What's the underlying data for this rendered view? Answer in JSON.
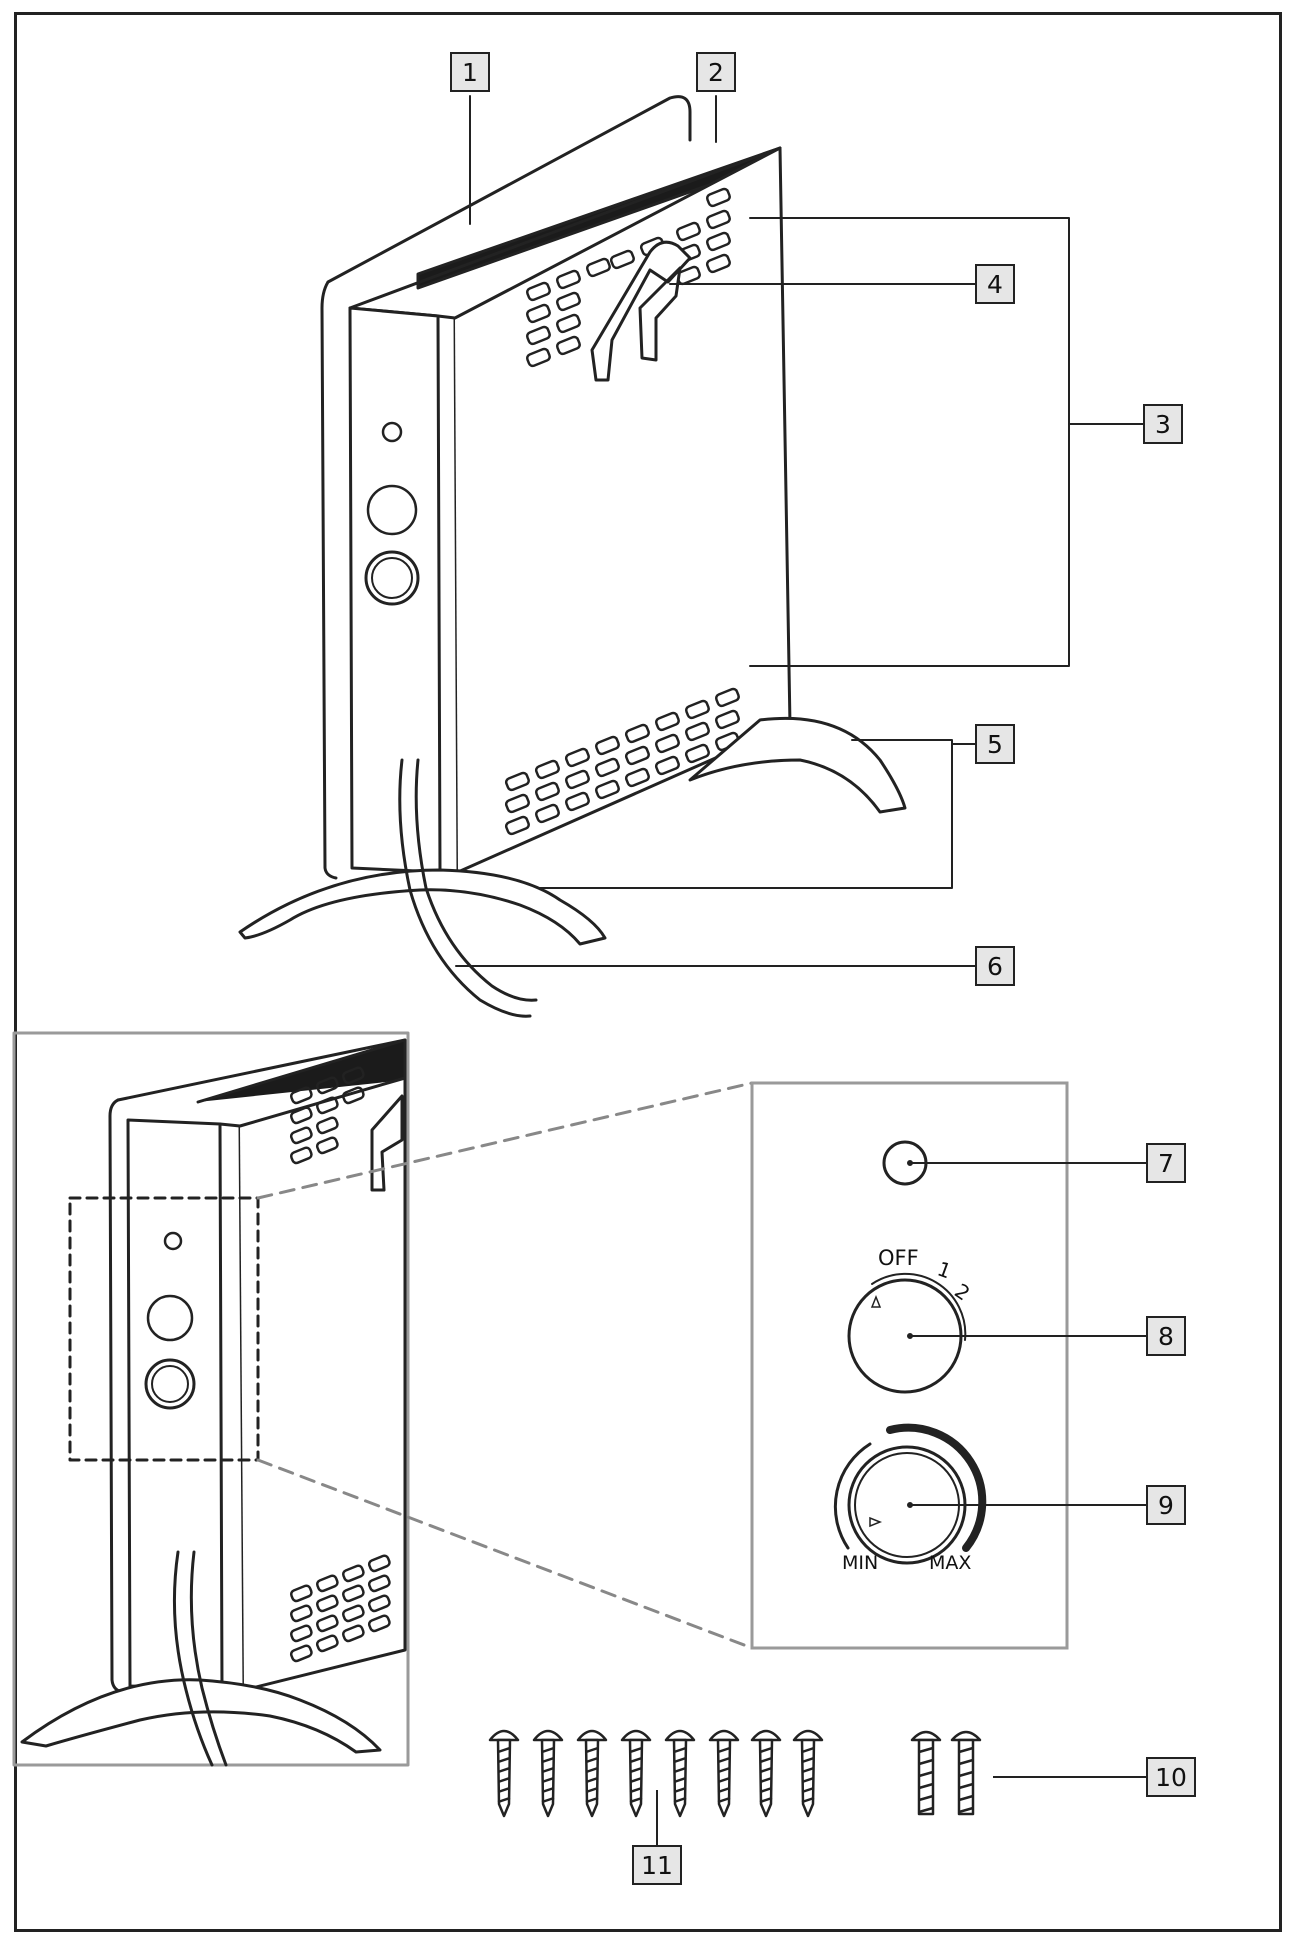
{
  "callouts": {
    "c1": "1",
    "c2": "2",
    "c3": "3",
    "c4": "4",
    "c5": "5",
    "c6": "6",
    "c7": "7",
    "c8": "8",
    "c9": "9",
    "c10": "10",
    "c11": "11"
  },
  "panel_labels": {
    "off": "OFF",
    "pos1": "1",
    "pos2": "2",
    "min": "MIN",
    "max": "MAX"
  },
  "colors": {
    "line": "#222222",
    "callout_fill": "#e6e6e6",
    "inset_border": "#9a9a9a",
    "dash": "#888888"
  }
}
